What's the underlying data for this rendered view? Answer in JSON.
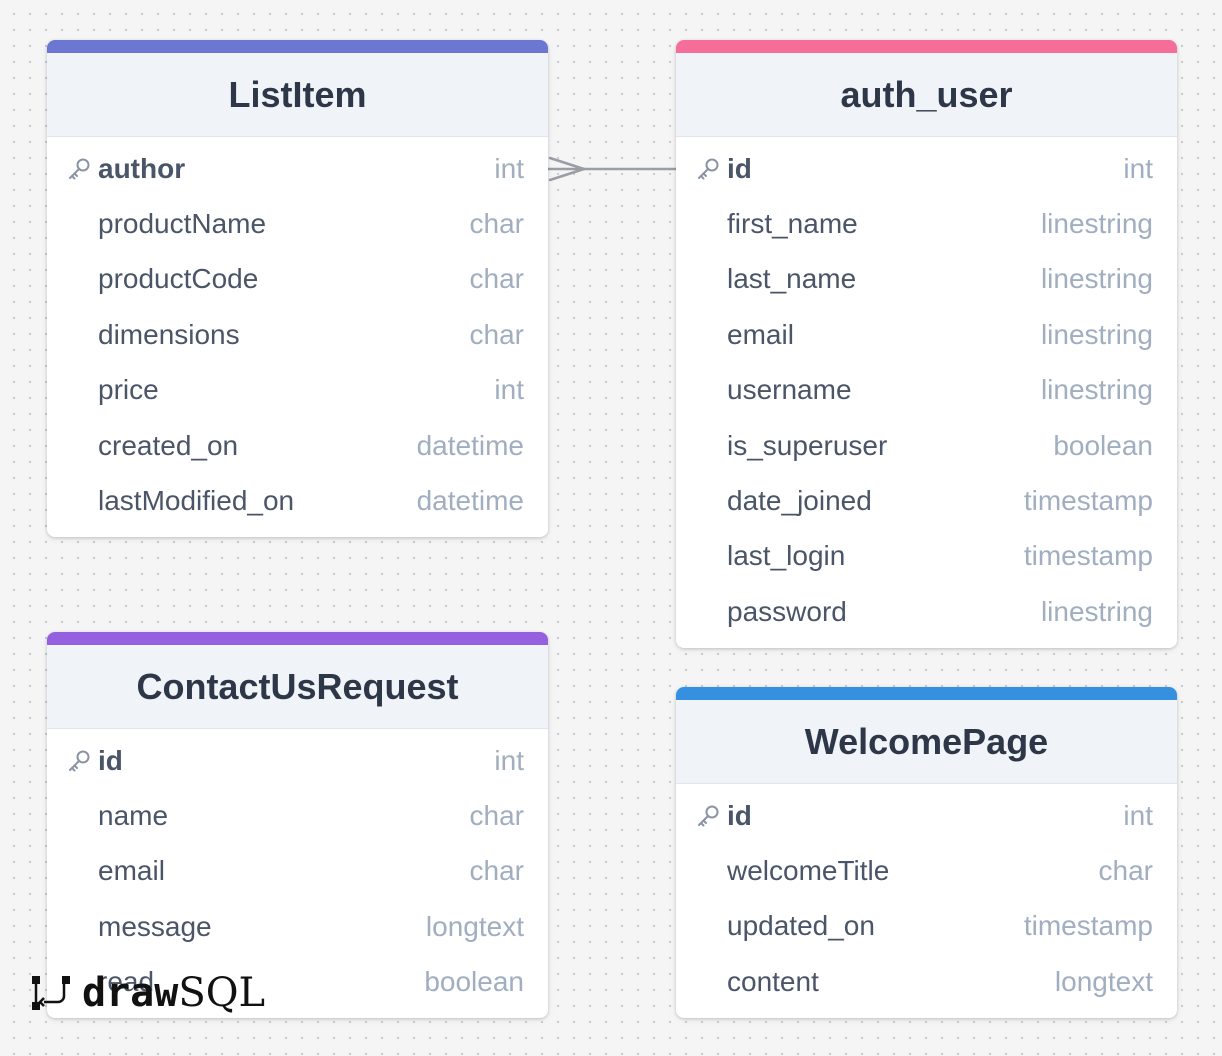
{
  "app": {
    "brand_draw": "draw",
    "brand_sql": "SQL"
  },
  "colors": {
    "listitem": "#6b77d1",
    "auth_user": "#f56e9a",
    "contact": "#9460e0",
    "welcome": "#3590e0"
  },
  "tables": {
    "listitem": {
      "title": "ListItem",
      "columns": [
        {
          "name": "author",
          "type": "int",
          "pk": true
        },
        {
          "name": "productName",
          "type": "char"
        },
        {
          "name": "productCode",
          "type": "char"
        },
        {
          "name": "dimensions",
          "type": "char"
        },
        {
          "name": "price",
          "type": "int"
        },
        {
          "name": "created_on",
          "type": "datetime"
        },
        {
          "name": "lastModified_on",
          "type": "datetime"
        }
      ]
    },
    "auth_user": {
      "title": "auth_user",
      "columns": [
        {
          "name": "id",
          "type": "int",
          "pk": true
        },
        {
          "name": "first_name",
          "type": "linestring"
        },
        {
          "name": "last_name",
          "type": "linestring"
        },
        {
          "name": "email",
          "type": "linestring"
        },
        {
          "name": "username",
          "type": "linestring"
        },
        {
          "name": "is_superuser",
          "type": "boolean"
        },
        {
          "name": "date_joined",
          "type": "timestamp"
        },
        {
          "name": "last_login",
          "type": "timestamp"
        },
        {
          "name": "password",
          "type": "linestring"
        }
      ]
    },
    "contact": {
      "title": "ContactUsRequest",
      "columns": [
        {
          "name": "id",
          "type": "int",
          "pk": true
        },
        {
          "name": "name",
          "type": "char"
        },
        {
          "name": "email",
          "type": "char"
        },
        {
          "name": "message",
          "type": "longtext"
        },
        {
          "name": "read",
          "type": "boolean"
        }
      ]
    },
    "welcome": {
      "title": "WelcomePage",
      "columns": [
        {
          "name": "id",
          "type": "int",
          "pk": true
        },
        {
          "name": "welcomeTitle",
          "type": "char"
        },
        {
          "name": "updated_on",
          "type": "timestamp"
        },
        {
          "name": "content",
          "type": "longtext"
        }
      ]
    }
  }
}
